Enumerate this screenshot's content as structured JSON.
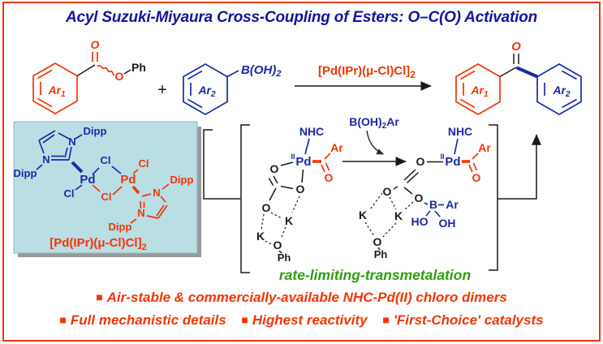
{
  "title": "Acyl Suzuki-Miyaura Cross-Coupling of Esters: O–C(O) Activation",
  "colors": {
    "accent_red": "#f23505",
    "structure_blue": "#1b2aa6",
    "title_navy": "#14149e",
    "caption_green": "#2f9e0f",
    "catalyst_box_teal": "#b9dee4"
  },
  "reaction": {
    "plus": "+",
    "arrow_label": {
      "base": "[Pd(IPr)(μ-Cl)Cl]",
      "sub": "2"
    },
    "ester": {
      "aryl": {
        "base": "Ar",
        "sub": "1"
      },
      "carbonyl_o": "O",
      "ester_o": "O",
      "phenyl": "Ph"
    },
    "boronic_acid": {
      "aryl": {
        "base": "Ar",
        "sub": "2"
      },
      "boron_group": {
        "base": "B(OH)",
        "sub": "2"
      }
    },
    "product": {
      "aryl1": {
        "base": "Ar",
        "sub": "1"
      },
      "aryl2": {
        "base": "Ar",
        "sub": "2"
      },
      "carbonyl_o": "O"
    }
  },
  "catalyst_box": {
    "label": {
      "base": "[Pd(IPr)(μ-Cl)Cl]",
      "sub": "2"
    },
    "atoms": {
      "n": "N",
      "pd": "Pd",
      "cl": "Cl",
      "dipp": "Dipp"
    }
  },
  "mechanism": {
    "reagent": {
      "base": "B(OH)",
      "sub": "2",
      "tail": "Ar"
    },
    "caption": "rate-limiting-transmetalation",
    "atoms": {
      "nhc": "NHC",
      "oxstate": "II",
      "pd": "Pd",
      "ar": "Ar",
      "o": "O",
      "k": "K",
      "ph": "Ph",
      "b": "B",
      "ho": "HO",
      "oh": "OH"
    }
  },
  "bullets": {
    "marker": "■",
    "line1": [
      "Air-stable & commercially-available NHC-Pd(II) chloro dimers"
    ],
    "line2": [
      "Full mechanistic details",
      "Highest reactivity",
      "'First-Choice' catalysts"
    ]
  }
}
